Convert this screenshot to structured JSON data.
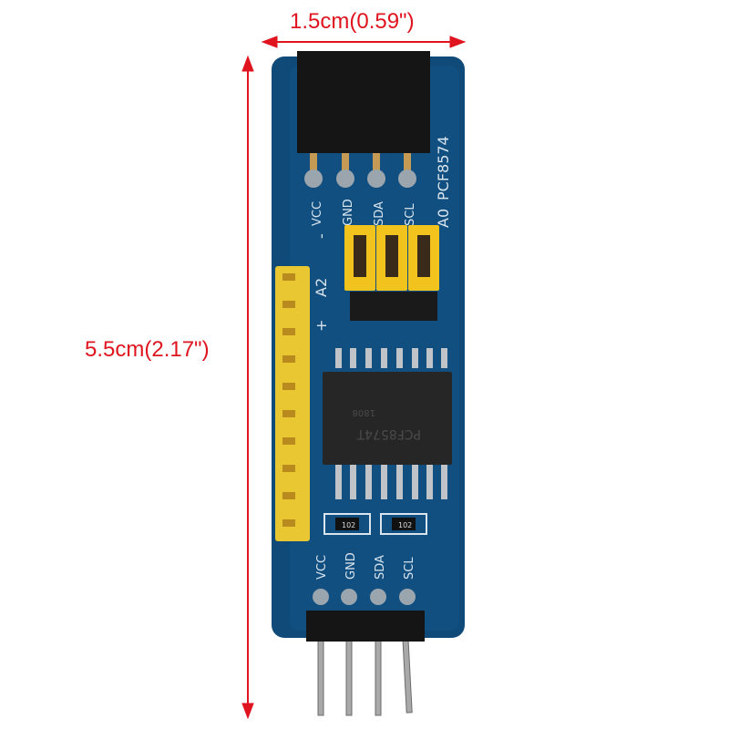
{
  "dimensions": {
    "width_label": "1.5cm(0.59\")",
    "height_label": "5.5cm(2.17\")",
    "color": "#e0141e"
  },
  "board": {
    "pcb_color": "#0f4a78",
    "silkscreen_color": "#d8e4ee",
    "top_pin_labels": [
      "VCC",
      "GND",
      "SDA",
      "SCL"
    ],
    "chip_name_label": "PCF8574",
    "address_label_a0": "A0",
    "address_label_a2": "A2",
    "plus_label": "+",
    "minus_label": "-",
    "ic_marking": "PCF8574T",
    "ic_date_code": "1808",
    "resistor_marking": "102",
    "bottom_pin_labels": [
      "VCC",
      "GND",
      "SDA",
      "SCL"
    ]
  }
}
